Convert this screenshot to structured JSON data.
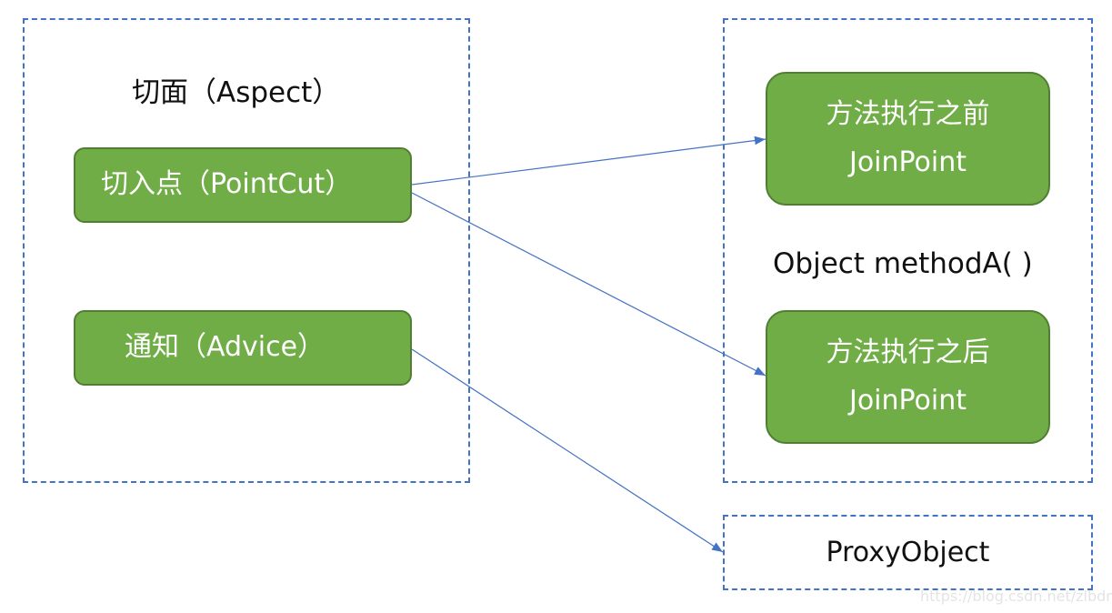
{
  "aspect": {
    "title": "切面（Aspect）",
    "pointcut": "切入点（PointCut）",
    "advice": "通知（Advice）"
  },
  "object": {
    "title": "Object methodA( )",
    "before": {
      "line1": "方法执行之前",
      "line2": "JoinPoint"
    },
    "after": {
      "line1": "方法执行之后",
      "line2": "JoinPoint"
    }
  },
  "proxy": {
    "label": "ProxyObject"
  },
  "watermark": "https://blog.csdn.net/zlbdmm",
  "colors": {
    "green": "#70AD47",
    "border": "#4472C4"
  }
}
